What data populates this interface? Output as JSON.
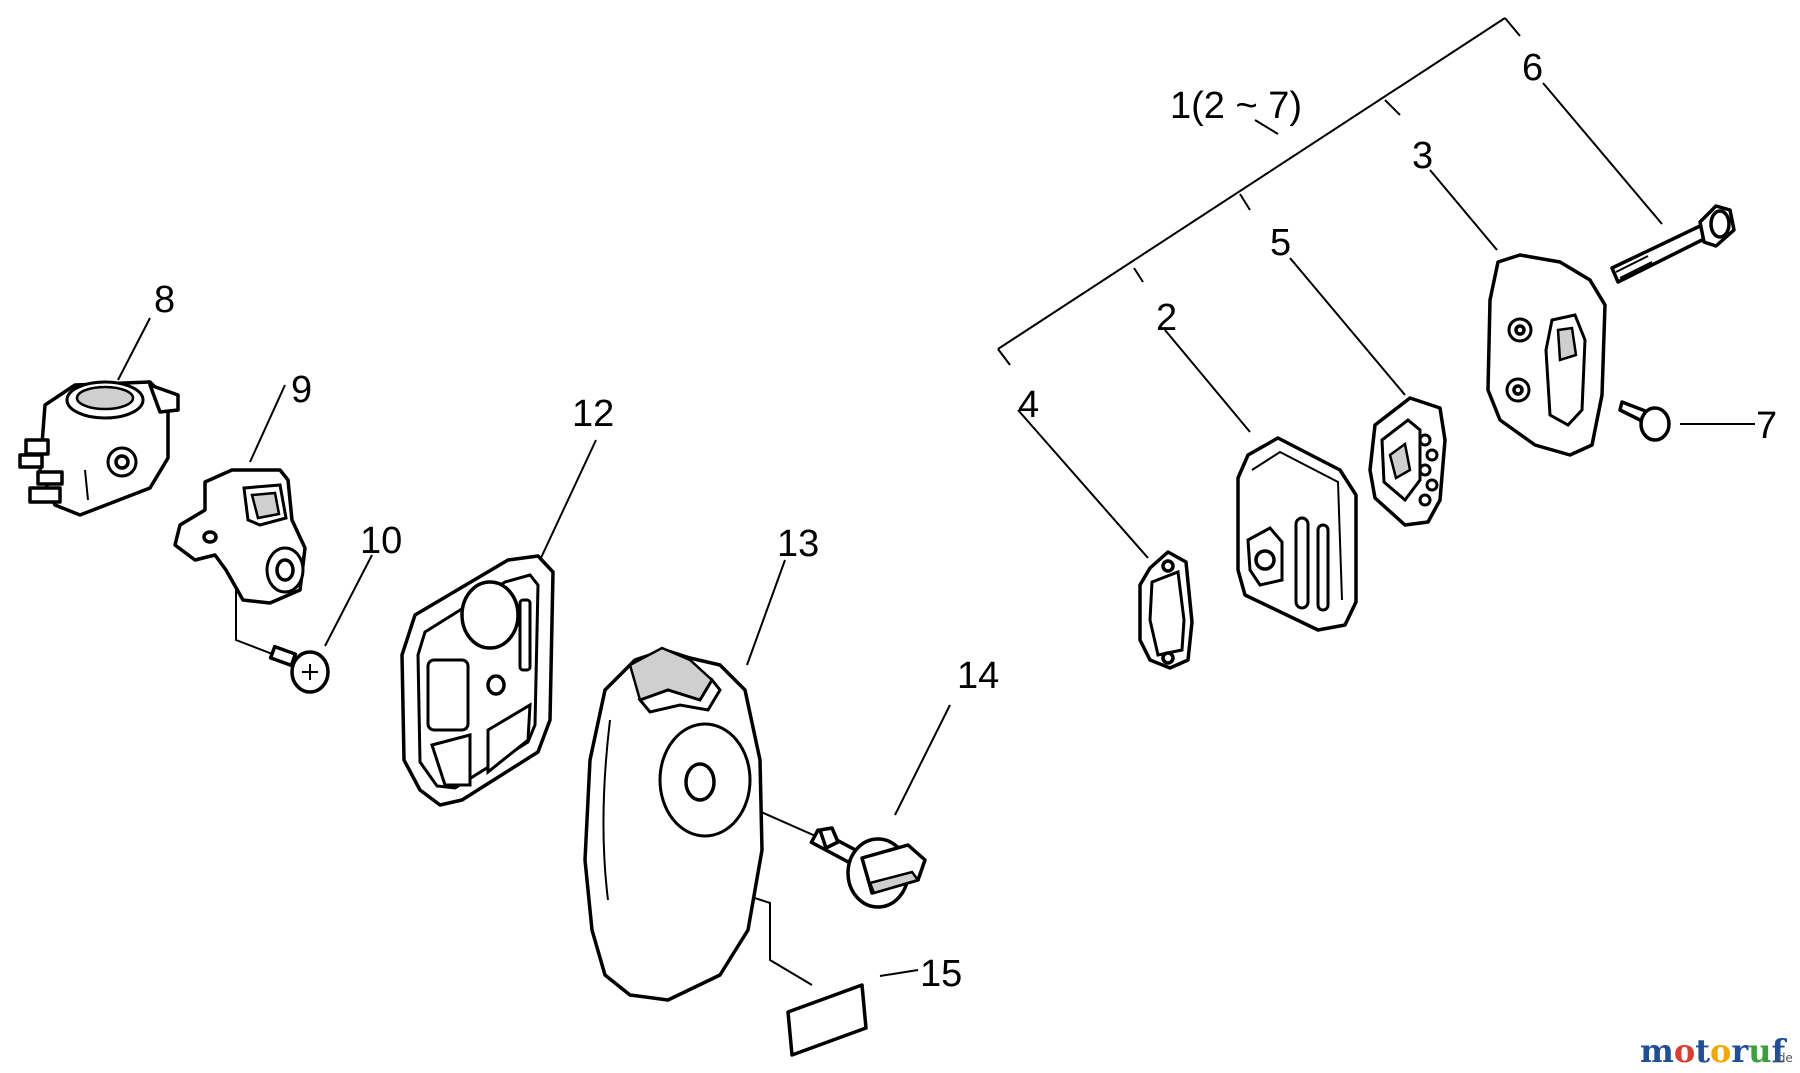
{
  "labels": {
    "group": "1(2 ~ 7)",
    "p2": "2",
    "p3": "3",
    "p4": "4",
    "p5": "5",
    "p6": "6",
    "p7": "7",
    "p8": "8",
    "p9": "9",
    "p10": "10",
    "p12": "12",
    "p13": "13",
    "p14": "14",
    "p15": "15"
  },
  "watermark": {
    "brand_m": "m",
    "brand_o1": "o",
    "brand_t": "t",
    "brand_o2": "o",
    "brand_r": "r",
    "brand_u": "u",
    "brand_f": "f",
    "suffix": ".de"
  },
  "colors": {
    "line": "#000000",
    "background": "#ffffff",
    "watermark_m": "#1f4e9a",
    "watermark_o1": "#e03a2f",
    "watermark_t": "#1f4e9a",
    "watermark_o2": "#f2a900",
    "watermark_r": "#1f4e9a",
    "watermark_u": "#3aa13a",
    "watermark_f": "#1f4e9a"
  }
}
